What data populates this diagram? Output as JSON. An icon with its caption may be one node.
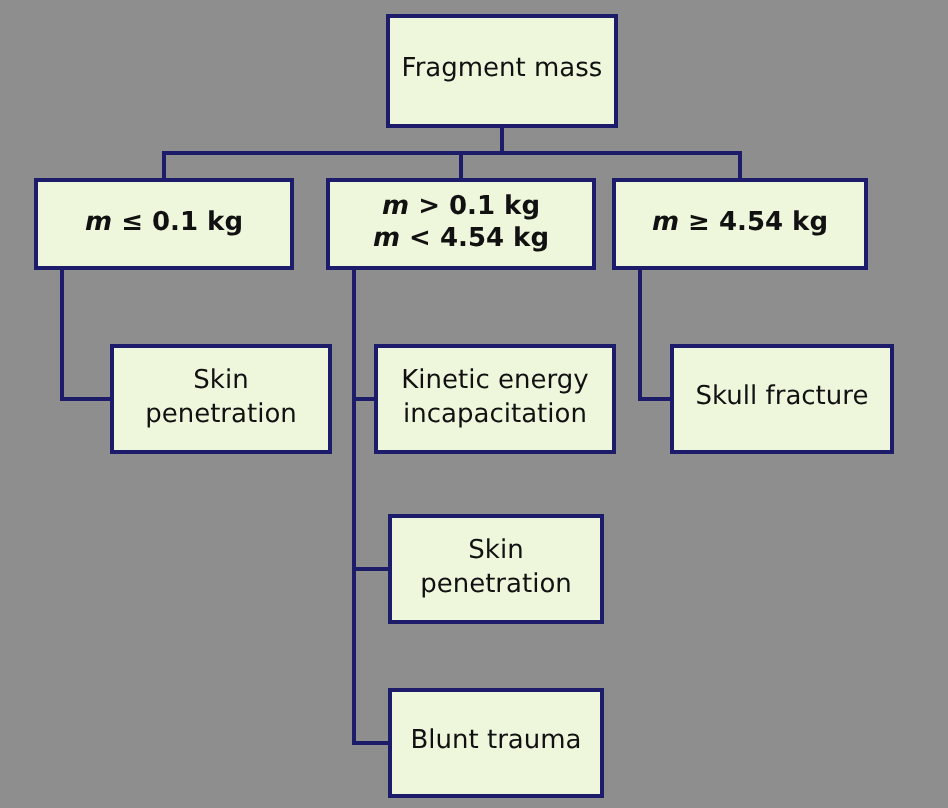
{
  "diagram": {
    "nodes": [
      {
        "text": [
          "Fragment mass"
        ]
      },
      {
        "text": [
          "*m* ≤ 0.1 kg"
        ]
      },
      {
        "text": [
          "*m* > 0.1 kg",
          "*m* < 4.54 kg"
        ]
      },
      {
        "text": [
          "*m* ≥ 4.54 kg"
        ]
      },
      {
        "text": [
          "Skin penetration"
        ]
      },
      {
        "text": [
          "Kinetic energy incapacitation"
        ]
      },
      {
        "text": [
          "Skull fracture"
        ]
      },
      {
        "text": [
          "Skin penetration"
        ]
      },
      {
        "text": [
          "Blunt trauma"
        ]
      }
    ],
    "edges": [
      {
        "from": 0,
        "to": 1,
        "arrow": "none"
      },
      {
        "from": 0,
        "to": 2,
        "arrow": "none"
      },
      {
        "from": 0,
        "to": 3,
        "arrow": "none"
      },
      {
        "from": 1,
        "to": 4,
        "arrow": "none"
      },
      {
        "from": 2,
        "to": 5,
        "arrow": "none"
      },
      {
        "from": 2,
        "to": 7,
        "arrow": "none"
      },
      {
        "from": 2,
        "to": 8,
        "arrow": "none"
      },
      {
        "from": 3,
        "to": 6,
        "arrow": "none"
      }
    ]
  }
}
